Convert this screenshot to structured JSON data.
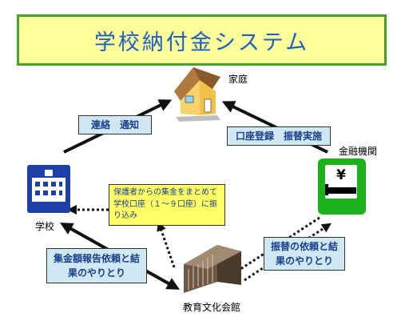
{
  "title": "学校納付金システム",
  "nodes": {
    "home": "家庭",
    "bank": "金融機関",
    "school": "学校",
    "board": "教育文化会館"
  },
  "callouts": {
    "contact": "連絡　通知",
    "account": "口座登録　振替実施",
    "collection": "保護者からの集金をまとめて学校口座（１～９口座）に振り込み",
    "board_to_bank": "振替の依頼と結果のやりとり",
    "school_to_board": "集金額報告依頼と結果のやりとり"
  },
  "icons": {
    "home": "house-icon",
    "bank": "yen-atm-icon",
    "school": "school-building-icon",
    "board": "office-building-icon"
  },
  "colors": {
    "title_fill": "#ffff99",
    "title_border": "#4aa02c",
    "title_text": "#1f5fbf",
    "callout_blue": "#cfe8f3",
    "callout_yellow": "#ffff66",
    "bank_green": "#19b319",
    "school_blue": "#1c3fa8"
  }
}
